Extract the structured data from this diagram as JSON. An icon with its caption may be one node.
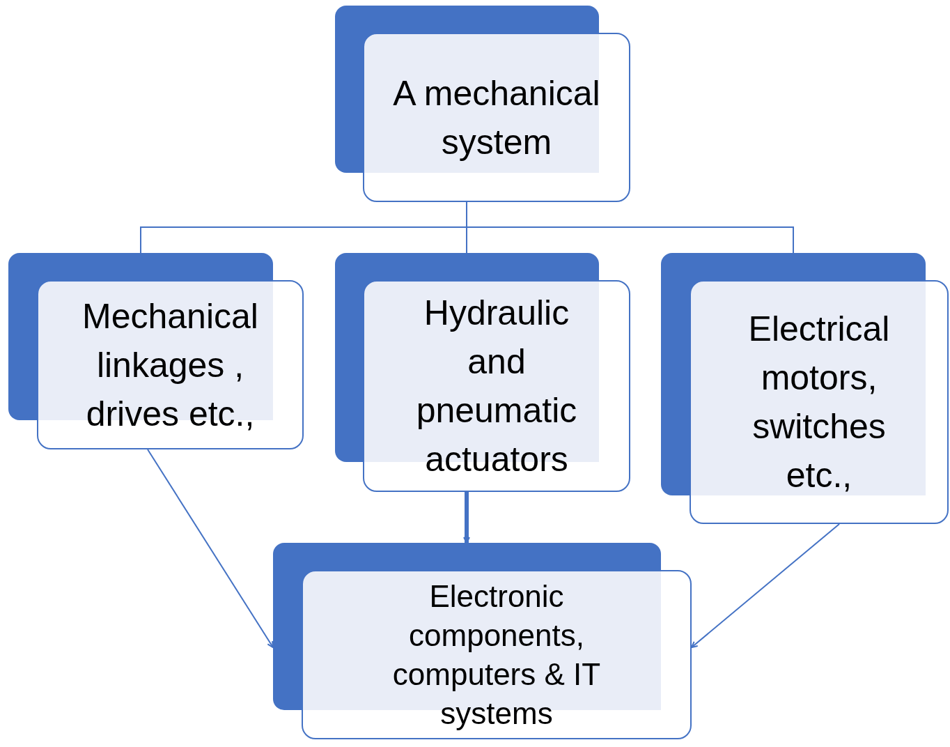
{
  "diagram": {
    "nodes": [
      {
        "text": [
          "A mechanical system"
        ]
      },
      {
        "text": [
          "Mechanical linkages , drives etc.,"
        ]
      },
      {
        "text": [
          "Hydraulic and pneumatic actuators"
        ]
      },
      {
        "text": [
          "Electrical motors, switches etc.,"
        ]
      },
      {
        "text": [
          "Electronic components, computers & IT systems"
        ]
      }
    ],
    "edges": [
      {
        "from": 0,
        "to": 1,
        "arrow": "none"
      },
      {
        "from": 0,
        "to": 2,
        "arrow": "none"
      },
      {
        "from": 0,
        "to": 3,
        "arrow": "none"
      },
      {
        "from": 1,
        "to": 4,
        "arrow": "to"
      },
      {
        "from": 2,
        "to": 4,
        "arrow": "to",
        "style": "thick"
      },
      {
        "from": 3,
        "to": 4,
        "arrow": "to"
      }
    ]
  }
}
